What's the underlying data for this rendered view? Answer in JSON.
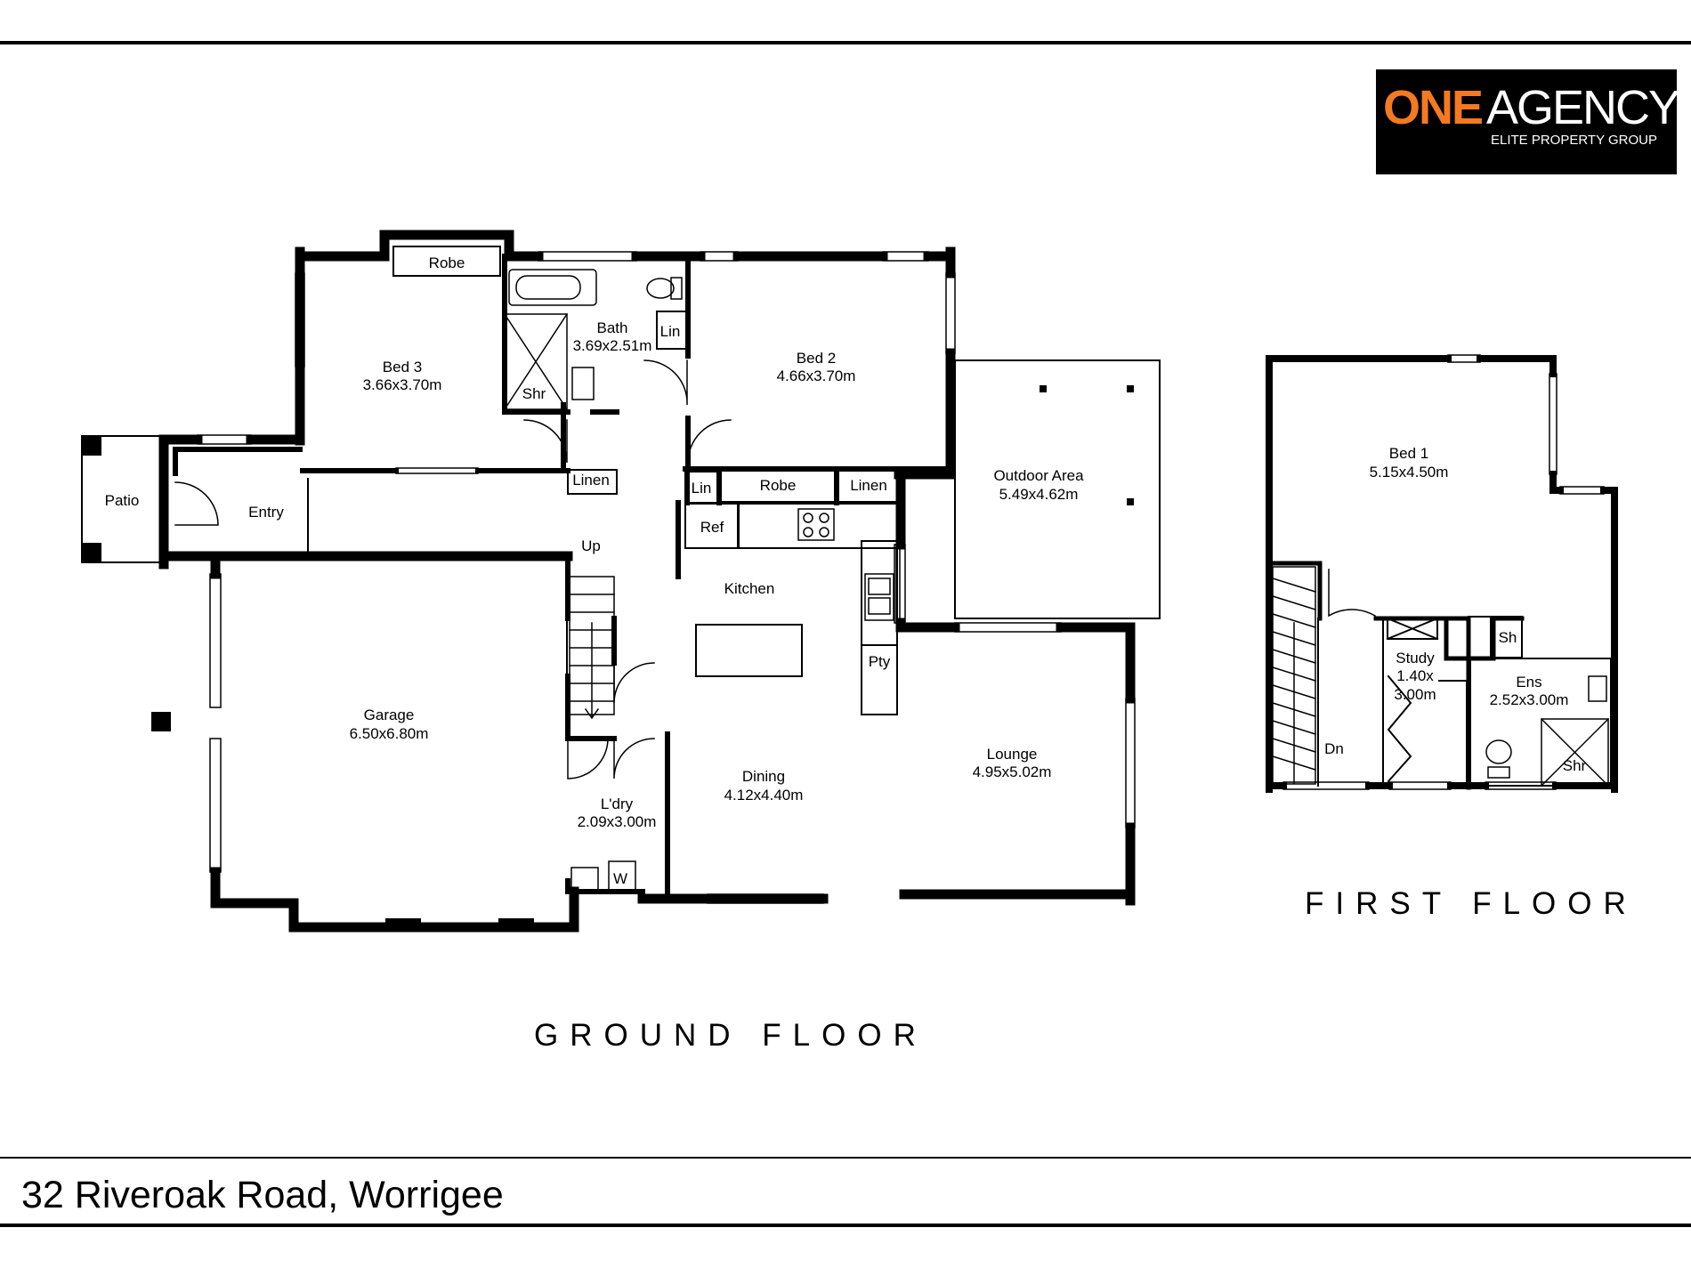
{
  "brand": {
    "name_bold": "ONE",
    "name_regular": "AGENCY",
    "subtitle": "ELITE PROPERTY GROUP",
    "accent_color": "#f47a20",
    "text_color": "#ffffff",
    "background_color": "#000000"
  },
  "address": "32 Riveroak Road, Worrigee",
  "floors": {
    "ground": "GROUND FLOOR",
    "first": "FIRST FLOOR"
  },
  "rooms": {
    "robe_bed3": "Robe",
    "bath_name": "Bath",
    "bath_size": "3.69x2.51m",
    "lin_bath": "Lin",
    "shr_bath": "Shr",
    "bed3_name": "Bed 3",
    "bed3_size": "3.66x3.70m",
    "bed2_name": "Bed 2",
    "bed2_size": "4.66x3.70m",
    "outdoor_name": "Outdoor Area",
    "outdoor_size": "5.49x4.62m",
    "linen_hall": "Linen",
    "lin_hall": "Lin",
    "robe_bed2": "Robe",
    "linen_bed2": "Linen",
    "patio": "Patio",
    "entry": "Entry",
    "up": "Up",
    "ref": "Ref",
    "kitchen": "Kitchen",
    "pty": "Pty",
    "garage_name": "Garage",
    "garage_size": "6.50x6.80m",
    "lounge_name": "Lounge",
    "lounge_size": "4.95x5.02m",
    "dining_name": "Dining",
    "dining_size": "4.12x4.40m",
    "ldry_name": "L'dry",
    "ldry_size": "2.09x3.00m",
    "washer": "W",
    "bed1_name": "Bed 1",
    "bed1_size": "5.15x4.50m",
    "sh": "Sh",
    "study_name": "Study",
    "study_size_a": "1.40x",
    "study_size_b": "3.00m",
    "ens_name": "Ens",
    "ens_size": "2.52x3.00m",
    "dn": "Dn",
    "shr_ens": "Shr"
  }
}
